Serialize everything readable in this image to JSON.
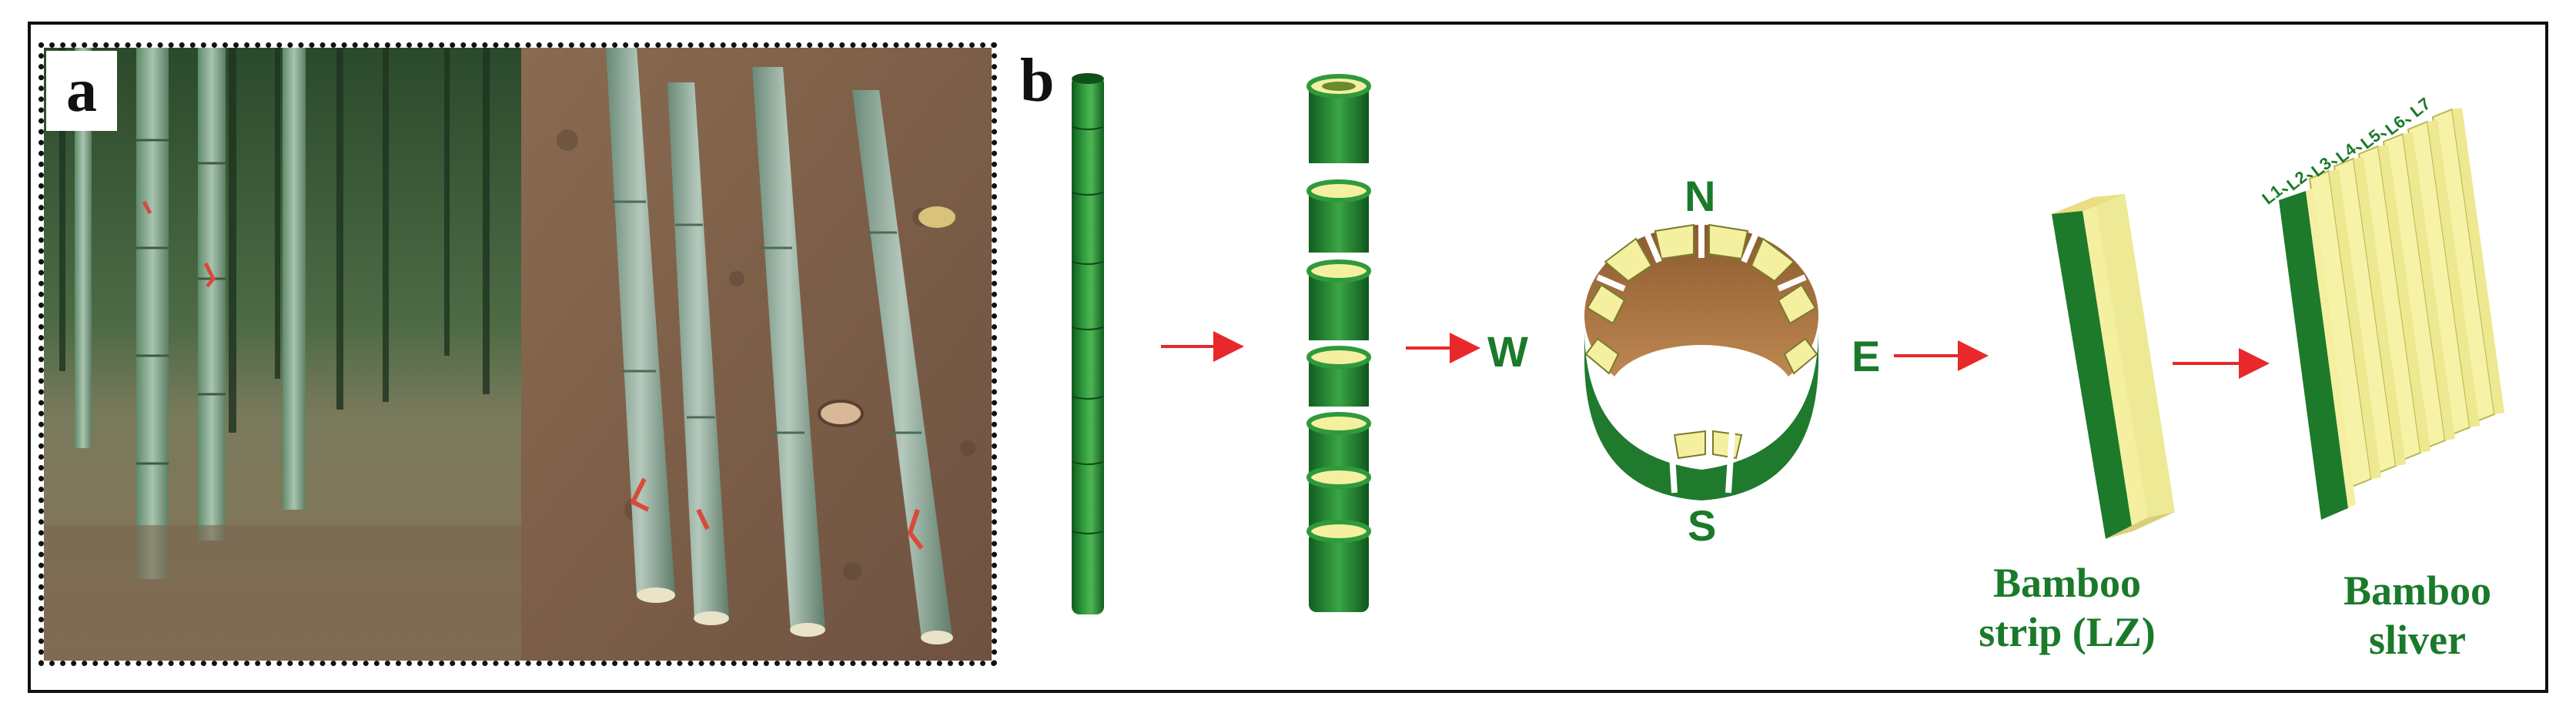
{
  "panels": {
    "a": {
      "letter": "a"
    },
    "b": {
      "letter": "b"
    }
  },
  "compass": {
    "north": "N",
    "south": "S",
    "west": "W",
    "east": "E"
  },
  "labels": {
    "strip": [
      "Bamboo",
      "strip (LZ)"
    ],
    "sliver": [
      "Bamboo",
      "sliver"
    ]
  },
  "layers": [
    "L1、",
    "L2、",
    "L3、",
    "L4、",
    "L5、",
    "L6、",
    "L7"
  ],
  "colors": {
    "bamboo_green": "#1f7a2e",
    "bamboo_dark": "#145c21",
    "inner_yellow": "#f4f0a0",
    "inner_brown": "#b07a40",
    "arrow_red": "#e8282a",
    "label_green": "#1a7a2a"
  }
}
